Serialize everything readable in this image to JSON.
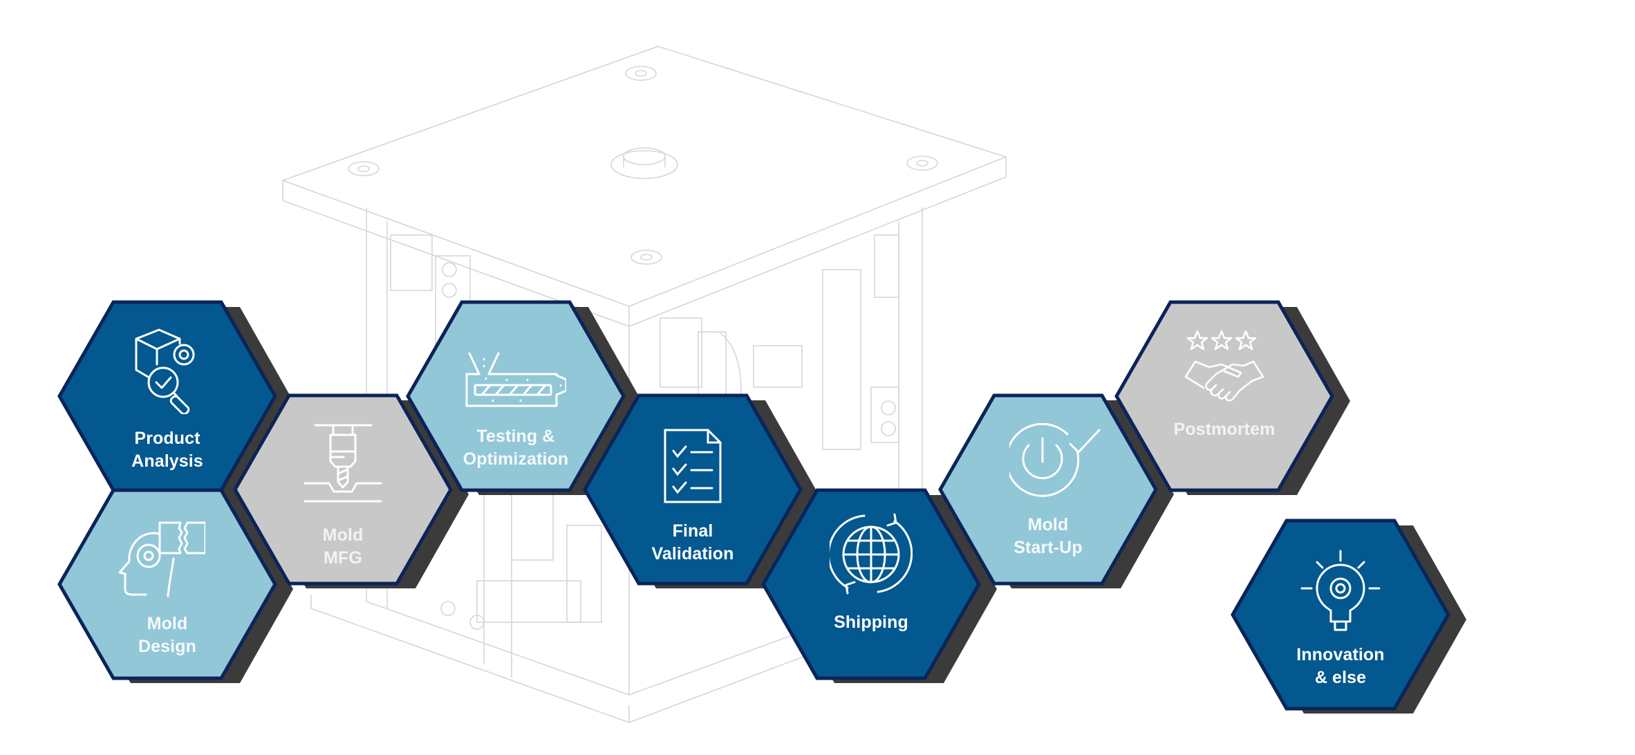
{
  "diagram": {
    "title": "",
    "colors": {
      "dark_blue": "#03588f",
      "light_blue": "#92c7d7",
      "gray": "#c8c8c8",
      "border": "#0b2459",
      "shadow": "#3b3b3b",
      "background": "#ffffff",
      "drawing_lines": "#d9d9d9"
    },
    "background_image": "mold-assembly-line-drawing",
    "steps": [
      {
        "id": "product-analysis",
        "line1": "Product",
        "line2": "Analysis",
        "icon": "box-gear-magnifier-check-icon",
        "color": "dark_blue"
      },
      {
        "id": "mold-design",
        "line1": "Mold",
        "line2": "Design",
        "icon": "head-gear-puzzle-icon",
        "color": "light_blue"
      },
      {
        "id": "mold-mfg",
        "line1": "Mold",
        "line2": "MFG",
        "icon": "cnc-drill-bit-icon",
        "color": "gray"
      },
      {
        "id": "testing-optimization",
        "line1": "Testing &",
        "line2": "Optimization",
        "icon": "injection-screw-hopper-icon",
        "color": "light_blue"
      },
      {
        "id": "final-validation",
        "line1": "Final",
        "line2": "Validation",
        "icon": "checklist-document-icon",
        "color": "dark_blue"
      },
      {
        "id": "shipping",
        "line1": "Shipping",
        "line2": "",
        "icon": "globe-rotate-arrows-icon",
        "color": "dark_blue"
      },
      {
        "id": "mold-start-up",
        "line1": "Mold",
        "line2": "Start-Up",
        "icon": "power-check-icon",
        "color": "light_blue"
      },
      {
        "id": "postmortem",
        "line1": "Postmortem",
        "line2": "",
        "icon": "stars-handshake-icon",
        "color": "gray"
      },
      {
        "id": "innovation",
        "line1": "Innovation",
        "line2": "& else",
        "icon": "lightbulb-gear-icon",
        "color": "dark_blue"
      }
    ]
  }
}
